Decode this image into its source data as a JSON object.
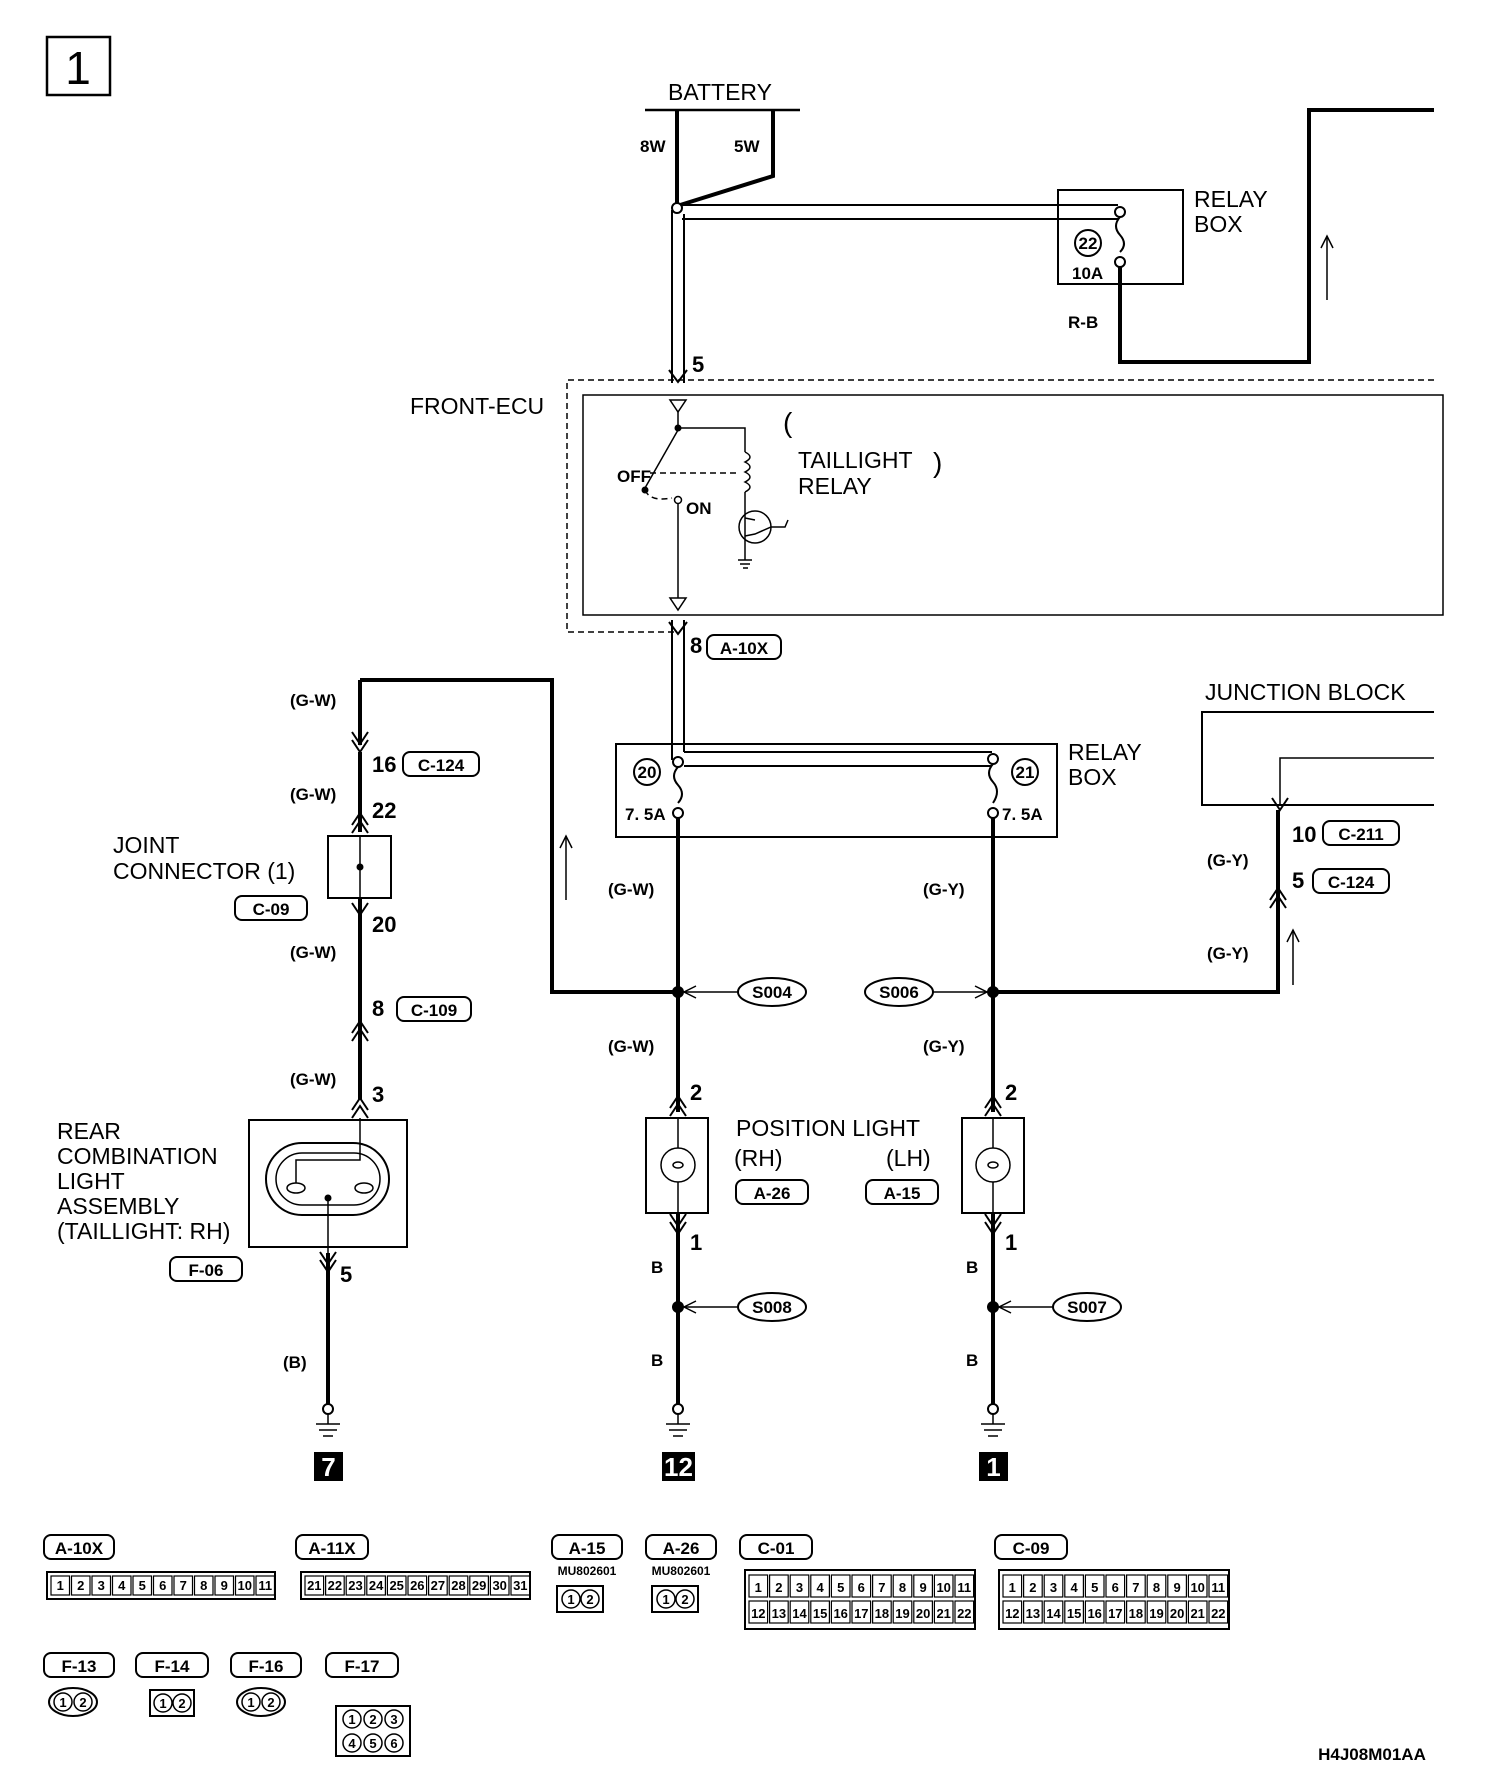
{
  "page_number": "1",
  "battery": {
    "label": "BATTERY",
    "wire_left": "8W",
    "wire_right": "5W"
  },
  "relay_box_top": {
    "label_line1": "RELAY",
    "label_line2": "BOX",
    "fuse_no": "22",
    "fuse_rating": "10A",
    "wire": "R-B"
  },
  "front_ecu": {
    "label": "FRONT-ECU",
    "pin_in": "5",
    "relay_line1": "TAILLIGHT",
    "relay_line2": "RELAY",
    "off": "OFF",
    "on": "ON",
    "pin_out": "8",
    "connector": "A-10X"
  },
  "relay_box_mid": {
    "label_line1": "RELAY",
    "label_line2": "BOX",
    "fuse_left_no": "20",
    "fuse_left_rating": "7. 5A",
    "fuse_right_no": "21",
    "fuse_right_rating": "7. 5A"
  },
  "junction_block": {
    "label": "JUNCTION BLOCK",
    "pin1": "10",
    "conn1": "C-211",
    "pin2": "5",
    "conn2": "C-124"
  },
  "left_branch": {
    "wire_gw_1": "(G-W)",
    "pin16": "16",
    "conn16": "C-124",
    "wire_gw_2": "(G-W)",
    "pin22": "22",
    "joint_line1": "JOINT",
    "joint_line2": "CONNECTOR (1)",
    "joint_conn": "C-09",
    "pin20": "20",
    "wire_gw_3": "(G-W)",
    "pin8": "8",
    "conn8": "C-109",
    "wire_gw_4": "(G-W)",
    "pin3": "3",
    "rear_line1": "REAR",
    "rear_line2": "COMBINATION",
    "rear_line3": "LIGHT",
    "rear_line4": "ASSEMBLY",
    "rear_line5": "(TAILLIGHT: RH)",
    "rear_conn": "F-06",
    "pin5": "5",
    "wire_b": "(B)",
    "ground": "7"
  },
  "center_branch": {
    "wire_gw_top": "(G-W)",
    "splice_top": "S004",
    "wire_gw_bot": "(G-W)",
    "pin2": "2",
    "pos_light": "POSITION LIGHT",
    "rh": "(RH)",
    "lh": "(LH)",
    "conn_rh": "A-26",
    "conn_lh": "A-15",
    "pin1": "1",
    "wire_b1": "B",
    "splice_bot": "S008",
    "wire_b2": "B",
    "ground": "12"
  },
  "right_branch": {
    "wire_gy_top": "(G-Y)",
    "splice_top": "S006",
    "wire_gy_bot": "(G-Y)",
    "pin2": "2",
    "pin1": "1",
    "wire_b1": "B",
    "splice_bot": "S007",
    "wire_b2": "B",
    "ground": "1",
    "wire_gy_jb1": "(G-Y)",
    "wire_gy_jb2": "(G-Y)"
  },
  "connectors": {
    "a10x": {
      "label": "A-10X",
      "pins": [
        "1",
        "2",
        "3",
        "4",
        "5",
        "6",
        "7",
        "8",
        "9",
        "10",
        "11"
      ]
    },
    "a11x": {
      "label": "A-11X",
      "pins": [
        "21",
        "22",
        "23",
        "24",
        "25",
        "26",
        "27",
        "28",
        "29",
        "30",
        "31"
      ]
    },
    "a15": {
      "label": "A-15",
      "part": "MU802601",
      "pins": [
        "1",
        "2"
      ]
    },
    "a26": {
      "label": "A-26",
      "part": "MU802601",
      "pins": [
        "1",
        "2"
      ]
    },
    "c01": {
      "label": "C-01",
      "row1": [
        "1",
        "2",
        "3",
        "4",
        "5",
        "6",
        "7",
        "8",
        "9",
        "10",
        "11"
      ],
      "row2": [
        "12",
        "13",
        "14",
        "15",
        "16",
        "17",
        "18",
        "19",
        "20",
        "21",
        "22"
      ]
    },
    "c09": {
      "label": "C-09",
      "row1": [
        "1",
        "2",
        "3",
        "4",
        "5",
        "6",
        "7",
        "8",
        "9",
        "10",
        "11"
      ],
      "row2": [
        "12",
        "13",
        "14",
        "15",
        "16",
        "17",
        "18",
        "19",
        "20",
        "21",
        "22"
      ]
    },
    "f13": {
      "label": "F-13",
      "pins": [
        "1",
        "2"
      ]
    },
    "f14": {
      "label": "F-14",
      "pins": [
        "1",
        "2"
      ]
    },
    "f16": {
      "label": "F-16",
      "pins": [
        "1",
        "2"
      ]
    },
    "f17": {
      "label": "F-17",
      "pins": [
        "1",
        "2",
        "3",
        "4",
        "5",
        "6"
      ]
    }
  },
  "figure_code": "H4J08M01AA"
}
